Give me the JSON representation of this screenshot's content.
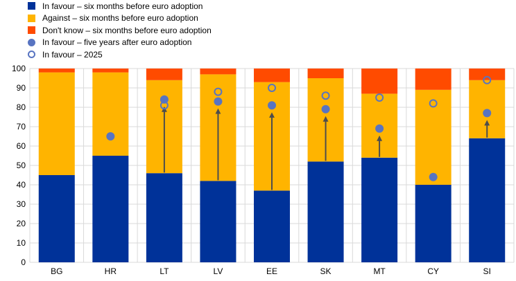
{
  "chart_data": {
    "type": "bar",
    "stacked": true,
    "categories": [
      "BG",
      "HR",
      "LT",
      "LV",
      "EE",
      "SK",
      "MT",
      "CY",
      "SI"
    ],
    "series": [
      {
        "name": "In favour – six months before euro adoption",
        "kind": "bar",
        "color": "#003299",
        "values": [
          45,
          55,
          46,
          42,
          37,
          52,
          54,
          40,
          64
        ]
      },
      {
        "name": "Against – six months before euro adoption",
        "kind": "bar",
        "color": "#ffb400",
        "values": [
          53,
          43,
          48,
          55,
          56,
          43,
          33,
          49,
          30
        ]
      },
      {
        "name": "Don't know – six months before euro adoption",
        "kind": "bar",
        "color": "#ff4b00",
        "values": [
          2,
          2,
          6,
          3,
          7,
          5,
          13,
          11,
          6
        ]
      },
      {
        "name": "In favour – five  years after euro adoption",
        "kind": "dot",
        "color": "#5874c1",
        "values": [
          null,
          65,
          84,
          83,
          81,
          79,
          69,
          44,
          77
        ]
      },
      {
        "name": "In favour – 2025",
        "kind": "ring",
        "color": "#5874c1",
        "values": [
          null,
          null,
          81,
          88,
          90,
          86,
          85,
          82,
          94
        ]
      }
    ],
    "ylim": [
      0,
      100
    ],
    "yticks": [
      "0",
      "10",
      "20",
      "30",
      "40",
      "50",
      "60",
      "70",
      "80",
      "90",
      "100"
    ],
    "grid": true,
    "legend_position": "top-left",
    "arrow_color": "#4d4d4d"
  }
}
